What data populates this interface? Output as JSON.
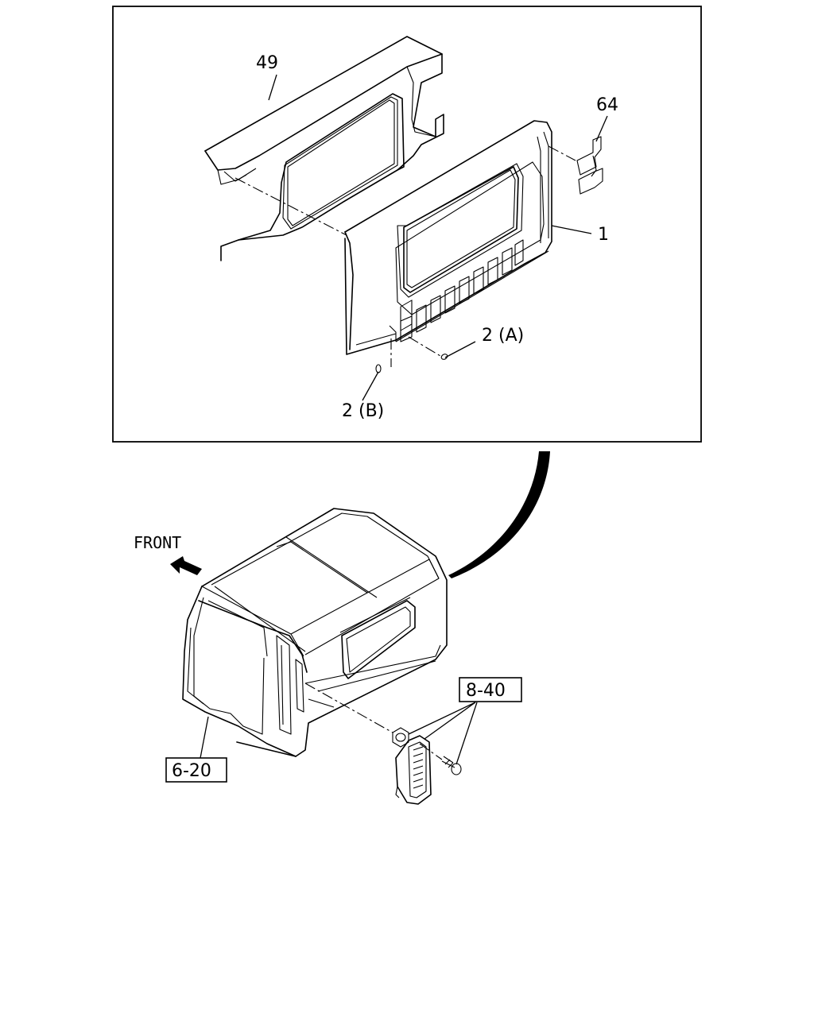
{
  "callouts": {
    "upper_panel": "49",
    "back_panel": "1",
    "bracket": "64",
    "plug_a": "2 (A)",
    "plug_b": "2 (B)"
  },
  "references": {
    "cab_ref": "6-20",
    "vent_ref": "8-40"
  },
  "orientation": {
    "front_label": "FRONT",
    "arrow_icon": "front-arrow-icon"
  }
}
